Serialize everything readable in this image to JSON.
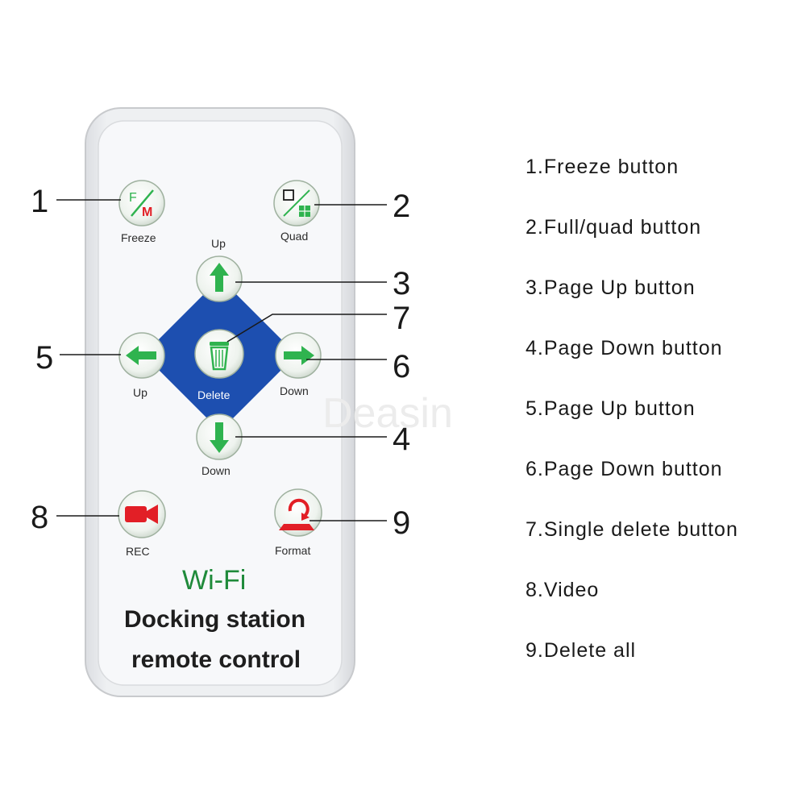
{
  "remote": {
    "buttons": {
      "freeze": "Freeze",
      "quad": "Quad",
      "up_top": "Up",
      "up_left": "Up",
      "delete": "Delete",
      "down_right": "Down",
      "down_bottom": "Down",
      "rec": "REC",
      "format": "Format"
    },
    "freeze_icon_letters": [
      "F",
      "M"
    ],
    "brand": {
      "line1": "Wi-Fi",
      "line2": "Docking station",
      "line3": "remote control"
    },
    "watermark": "Deasin"
  },
  "callouts": [
    "1",
    "2",
    "3",
    "7",
    "5",
    "6",
    "4",
    "8",
    "9"
  ],
  "legend": [
    "1.Freeze button",
    "2.Full/quad button",
    "3.Page Up button",
    "4.Page Down button",
    "5.Page Up button",
    "6.Page Down button",
    "7.Single delete button",
    "8.Video",
    "9.Delete all"
  ],
  "colors": {
    "dpad_blue": "#1d4fb0",
    "button_green": "#2fb34f",
    "rec_red": "#e21f26",
    "body": "#f4f5f7"
  },
  "icons": [
    "freeze-icon",
    "quad-icon",
    "arrow-up-icon",
    "arrow-left-icon",
    "trash-icon",
    "arrow-right-icon",
    "arrow-down-icon",
    "video-camera-icon",
    "format-icon"
  ]
}
